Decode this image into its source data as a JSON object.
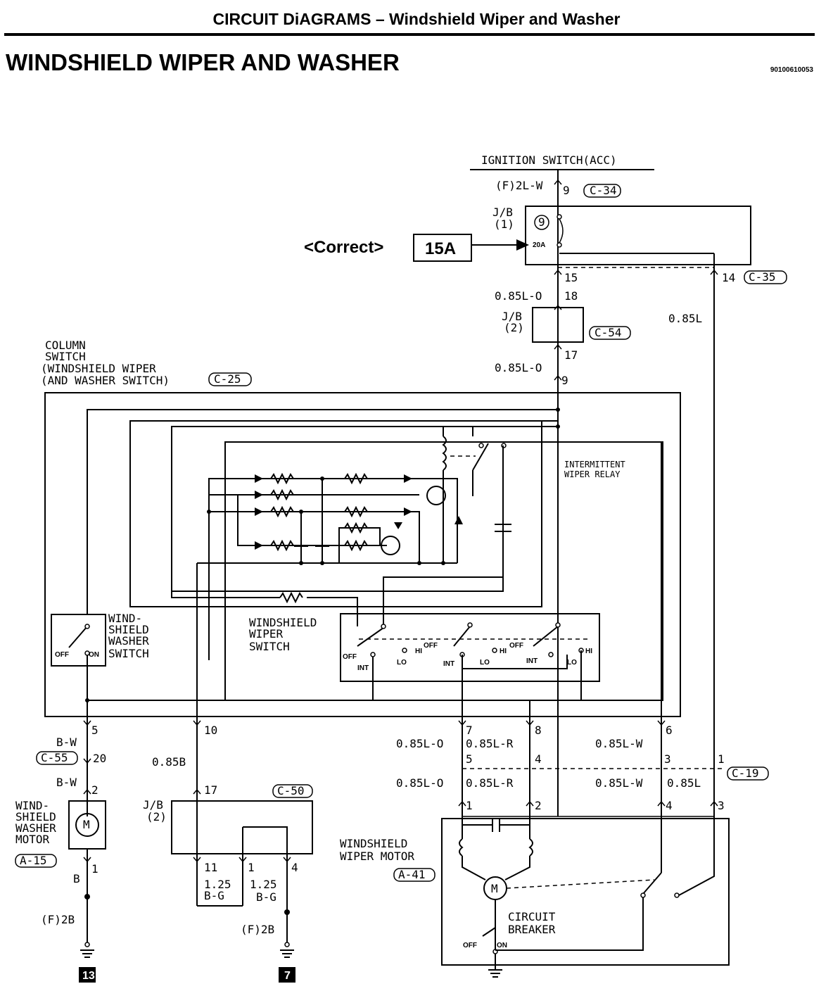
{
  "header": {
    "title": "CIRCUIT DiAGRAMS – Windshield Wiper and Washer",
    "heading": "WINDSHIELD WIPER AND WASHER",
    "doc_code": "90100610053"
  },
  "top": {
    "ignition": "IGNITION SWITCH(ACC)",
    "wire_f2lw": "(F)2L-W",
    "pin_9": "9",
    "conn_c34": "C-34",
    "jb1_a": "J/B",
    "jb1_b": "(1)",
    "fuse_num": "9",
    "fuse_small": "20A",
    "correct": "<Correct>",
    "fuse_correct": "15A",
    "pin_15": "15",
    "pin_14": "14",
    "conn_c35": "C-35",
    "wire_085lo_a": "0.85L-O",
    "pin_18": "18",
    "jb2_a": "J/B",
    "jb2_b": "(2)",
    "conn_c54": "C-54",
    "wire_085l": "0.85L",
    "pin_17": "17",
    "wire_085lo_b": "0.85L-O",
    "pin_9b": "9"
  },
  "column_switch": {
    "l1": "COLUMN",
    "l2": "SWITCH",
    "l3": "(WINDSHIELD WIPER",
    "l4": "(AND WASHER SWITCH)",
    "conn_c25": "C-25"
  },
  "relay": {
    "l1": "INTERMITTENT",
    "l2": "WIPER RELAY"
  },
  "washer_switch": {
    "l1": "WIND-",
    "l2": "SHIELD",
    "l3": "WASHER",
    "l4": "SWITCH",
    "off": "OFF",
    "on": "ON"
  },
  "wiper_switch": {
    "l1": "WINDSHIELD",
    "l2": "WIPER",
    "l3": "SWITCH",
    "pos_off": "OFF",
    "pos_int": "INT",
    "pos_lo": "LO",
    "pos_hi": "HI"
  },
  "mid": {
    "pin_5": "5",
    "pin_10": "10",
    "pin_7": "7",
    "pin_8": "8",
    "pin_6": "6",
    "wire_bw1": "B-W",
    "conn_c55": "C-55",
    "pin_20": "20",
    "wire_bw2": "B-W",
    "pin_2a": "2",
    "wire_085b": "0.85B",
    "pin_17b": "17",
    "conn_c50": "C-50",
    "jb3_a": "J/B",
    "jb3_b": "(2)",
    "wire_085lo_c": "0.85L-O",
    "wire_085lr_a": "0.85L-R",
    "wire_085lw_a": "0.85L-W",
    "pin_5b": "5",
    "pin_4a": "4",
    "pin_3a": "3",
    "pin_1a": "1",
    "conn_c19": "C-19",
    "wire_085lo_d": "0.85L-O",
    "wire_085lr_b": "0.85L-R",
    "wire_085lw_b": "0.85L-W",
    "wire_085l_b": "0.85L",
    "pin_1b": "1",
    "pin_2b": "2",
    "pin_4b": "4",
    "pin_3b": "3"
  },
  "washer_motor": {
    "l1": "WIND-",
    "l2": "SHIELD",
    "l3": "WASHER",
    "l4": "MOTOR",
    "conn_a15": "A-15",
    "pin_1": "1",
    "wire_b": "B",
    "ground_wire": "(F)2B",
    "ground_id": "13"
  },
  "jb_bottom": {
    "pin_11": "11",
    "pin_1": "1",
    "pin_4": "4",
    "wire_125bg_a": "1.25",
    "wire_125bg_a2": "B-G",
    "wire_125bg_b": "1.25",
    "wire_125bg_b2": "B-G",
    "ground_wire": "(F)2B",
    "ground_id": "7"
  },
  "wiper_motor": {
    "l1": "WINDSHIELD",
    "l2": "WIPER MOTOR",
    "conn_a41": "A-41",
    "motor": "M",
    "cb1": "CIRCUIT",
    "cb2": "BREAKER",
    "off": "OFF",
    "on": "ON"
  }
}
